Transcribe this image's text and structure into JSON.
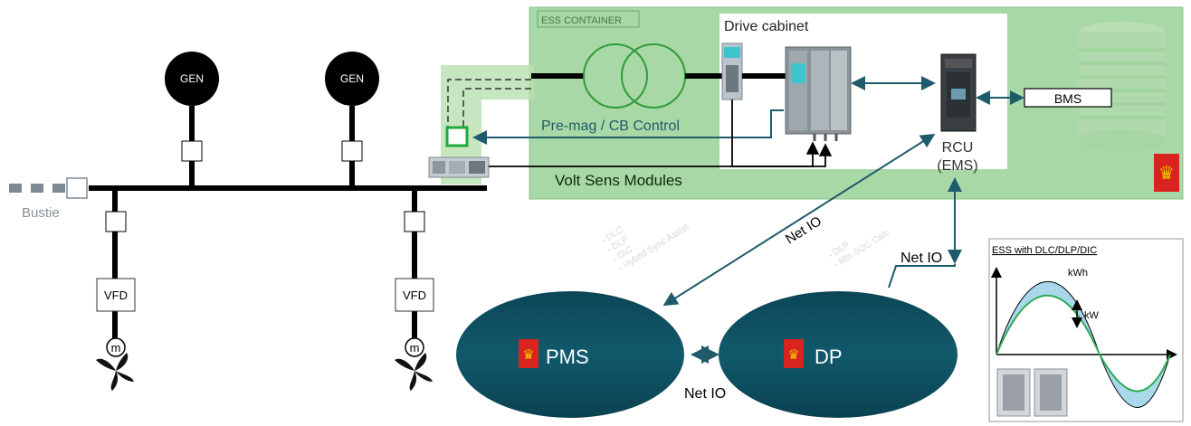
{
  "labels": {
    "ess_container": "ESS CONTAINER",
    "drive_cabinet": "Drive cabinet",
    "gen1": "GEN",
    "gen2": "GEN",
    "bms": "BMS",
    "rcu_line1": "RCU",
    "rcu_line2": "(EMS)",
    "premag": "Pre-mag / CB Control",
    "voltsens": "Volt Sens Modules",
    "bustie": "Bustie",
    "vfd1": "VFD",
    "vfd2": "VFD",
    "motor1": "m",
    "motor2": "m",
    "pms": "PMS",
    "dp": "DP",
    "netio_pms": "Net IO",
    "netio_dp": "Net IO",
    "netio_bottom": "Net IO",
    "pms_functions": [
      "- DLC",
      "- DLP",
      "- DIC",
      "- Hybrid Sync Assist"
    ],
    "dp_functions": [
      "- DLP",
      "- Min SOC Calc"
    ],
    "ess_chart_title": "ESS with DLC/DLP/DIC",
    "ess_chart_kwh": "kWh",
    "ess_chart_kw": "kW"
  },
  "colors": {
    "container_fill": "#a9d8a7",
    "container_border": "#8cc48a",
    "pms_dp_fill": "#0e5566",
    "arrow": "#1f5b6b",
    "wave_band": "#a8d8ea",
    "wave_green": "#2eaa55",
    "bus": "#000000",
    "breaker_green": "#1faa3a"
  }
}
